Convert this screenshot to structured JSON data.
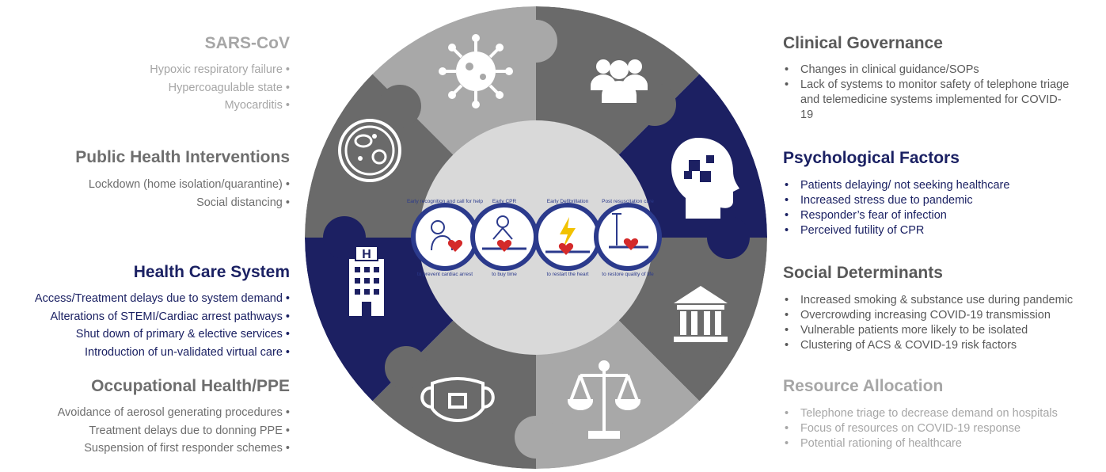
{
  "left_sections": [
    {
      "key": "sars",
      "title": "SARS-CoV",
      "tone": "light",
      "items": [
        "Hypoxic respiratory failure",
        "Hypercoagulable state",
        "Myocarditis"
      ]
    },
    {
      "key": "public",
      "title": "Public Health Interventions",
      "tone": "mid",
      "items": [
        "Lockdown (home isolation/quarantine)",
        "Social distancing"
      ]
    },
    {
      "key": "hcs",
      "title": "Health Care System",
      "tone": "navy",
      "items": [
        "Access/Treatment delays due to system demand",
        "Alterations of STEMI/Cardiac arrest pathways",
        "Shut down of primary & elective services",
        "Introduction of un-validated virtual care"
      ]
    },
    {
      "key": "occ",
      "title": "Occupational Health/PPE",
      "tone": "mid",
      "items": [
        "Avoidance of aerosol generating procedures",
        "Treatment delays due to donning PPE",
        "Suspension of first responder schemes"
      ]
    }
  ],
  "right_sections": [
    {
      "key": "gov",
      "title": "Clinical Governance",
      "tone": "mid",
      "items": [
        "Changes in clinical guidance/SOPs",
        "Lack of systems to monitor safety of telephone triage and telemedicine systems implemented for COVID-19"
      ]
    },
    {
      "key": "psy",
      "title": "Psychological Factors",
      "tone": "navy",
      "items": [
        "Patients delaying/ not seeking healthcare",
        "Increased stress due to pandemic",
        "Responder’s fear of infection",
        "Perceived futility of CPR"
      ]
    },
    {
      "key": "soc",
      "title": "Social Determinants",
      "tone": "mid",
      "items": [
        "Increased smoking & substance use during pandemic",
        "Overcrowding increasing COVID-19 transmission",
        "Vulnerable patients more likely to be isolated",
        "Clustering of ACS & COVID-19 risk factors"
      ]
    },
    {
      "key": "res",
      "title": "Resource Allocation",
      "tone": "light",
      "items": [
        "Telephone triage to decrease demand on hospitals",
        "Focus of resources on COVID-19 response",
        "Potential rationing of healthcare"
      ]
    }
  ],
  "wheel": {
    "segments": [
      {
        "name": "sars",
        "color": "#a8a8a8",
        "icon": "virus-icon"
      },
      {
        "name": "governance",
        "color": "#6a6a6a",
        "icon": "people-group-icon"
      },
      {
        "name": "psychological",
        "color": "#1c2062",
        "icon": "head-puzzle-icon"
      },
      {
        "name": "social",
        "color": "#6a6a6a",
        "icon": "government-building-icon"
      },
      {
        "name": "resource",
        "color": "#a8a8a8",
        "icon": "balance-scale-icon"
      },
      {
        "name": "occupational",
        "color": "#6a6a6a",
        "icon": "face-mask-icon"
      },
      {
        "name": "health-care",
        "color": "#1c2062",
        "icon": "hospital-icon"
      },
      {
        "name": "public-health",
        "color": "#6a6a6a",
        "icon": "petri-dish-icon"
      }
    ],
    "chain_of_survival": {
      "links": [
        {
          "top": "Early recognition and call for help",
          "bottom": "to prevent cardiac arrest"
        },
        {
          "top": "Early CPR",
          "bottom": "to buy time"
        },
        {
          "top": "Early Defibrillation",
          "bottom": "to restart the heart"
        },
        {
          "top": "Post resuscitation care",
          "bottom": "to restore quality of life"
        }
      ],
      "colors": {
        "ring": "#2b3a8c",
        "heart": "#d42a2a",
        "bolt": "#f2c200",
        "figure": "#2b3a8c"
      }
    }
  }
}
